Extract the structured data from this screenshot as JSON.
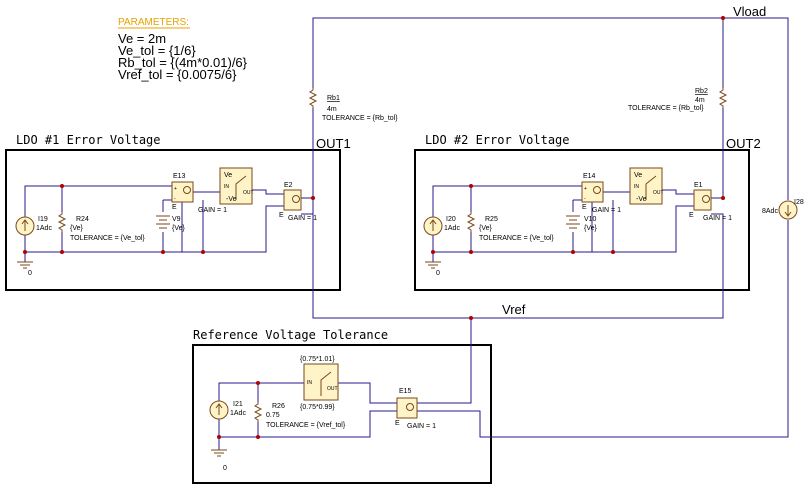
{
  "parameters": {
    "heading": "PARAMETERS:",
    "lines": [
      "Ve = 2m",
      "Ve_tol = {1/6}",
      "Rb_tol = {(4m*0.01)/6}",
      "Vref_tol = {0.0075/6}"
    ]
  },
  "nets": {
    "vload": "Vload",
    "out1": "OUT1",
    "out2": "OUT2",
    "vref": "Vref",
    "gnd1": "0",
    "gnd2": "0",
    "gnd3": "0"
  },
  "groups": {
    "ldo1": "LDO #1 Error Voltage",
    "ldo2": "LDO #2 Error Voltage",
    "ref": "Reference Voltage Tolerance"
  },
  "ldo1": {
    "i19": {
      "name": "I19",
      "value": "1Adc"
    },
    "r24": {
      "name": "R24",
      "value": "{Ve}",
      "tol": "TOLERANCE = {Ve_tol}"
    },
    "e13": {
      "name": "E13",
      "gain": "GAIN = 1"
    },
    "v9": {
      "name": "V9",
      "value": "{Ve}"
    },
    "limiter": {
      "top": "Ve",
      "bottom": "-Ve",
      "in": "IN",
      "out": "OUT"
    },
    "e2": {
      "name": "E2",
      "gain": "GAIN = 1"
    }
  },
  "ldo2": {
    "i20": {
      "name": "I20",
      "value": "1Adc"
    },
    "r25": {
      "name": "R25",
      "value": "{Ve}",
      "tol": "TOLERANCE = {Ve_tol}"
    },
    "e14": {
      "name": "E14",
      "gain": "GAIN = 1"
    },
    "v10": {
      "name": "V10",
      "value": "{Ve}"
    },
    "limiter": {
      "top": "Ve",
      "bottom": "-Ve",
      "in": "IN",
      "out": "OUT"
    },
    "e1": {
      "name": "E1",
      "gain": "GAIN = 1"
    }
  },
  "rb1": {
    "name": "Rb1",
    "value": "4m",
    "tol": "TOLERANCE = {Rb_tol}"
  },
  "rb2": {
    "name": "Rb2",
    "value": "4m",
    "tol": "TOLERANCE = {Rb_tol}"
  },
  "i28": {
    "name": "I28",
    "value": "8Adc"
  },
  "ref": {
    "i21": {
      "name": "I21",
      "value": "1Adc"
    },
    "r26": {
      "name": "R26",
      "value": "0.75",
      "tol": "TOLERANCE = {Vref_tol}"
    },
    "limiter": {
      "top": "{0.75*1.01}",
      "bottom": "{0.75*0.99}",
      "in": "IN",
      "out": "OUT"
    },
    "e15": {
      "name": "E15",
      "gain": "GAIN = 1"
    }
  },
  "controlled_source_pins": {
    "plus": "+",
    "minus": "-",
    "e": "E"
  },
  "colors": {
    "wire": "#2a1a8a",
    "part": "#fff4c8",
    "part_stroke": "#7a4a1a",
    "junction": "#b00000",
    "param_heading": "#e8a000"
  }
}
